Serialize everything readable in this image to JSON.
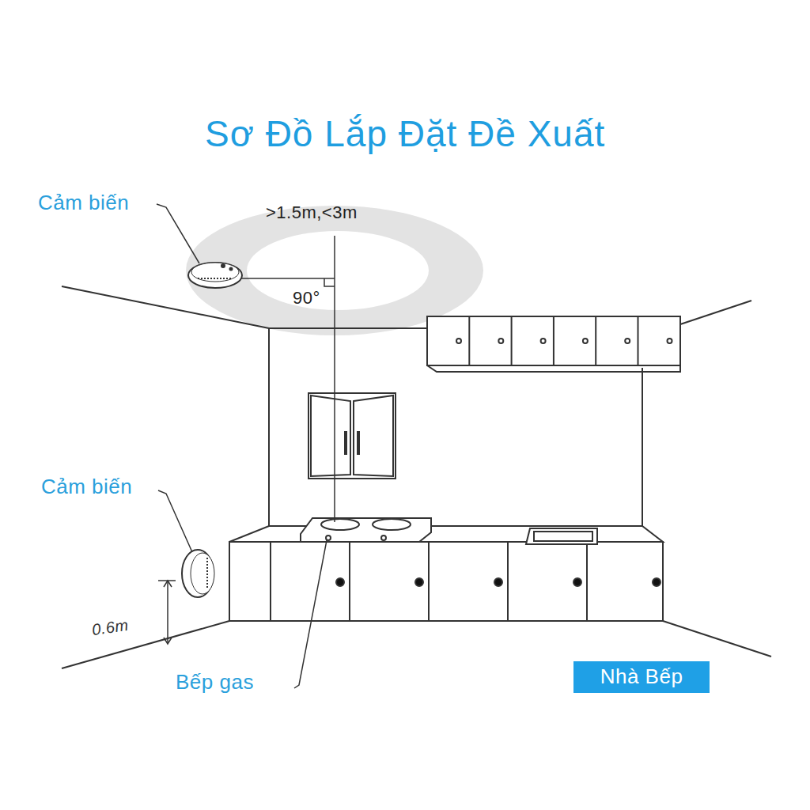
{
  "diagram": {
    "title": "Sơ Đồ Lắp Đặt Đề Xuất",
    "nodes": [
      {
        "text": [
          "Nhà Bếp"
        ]
      }
    ],
    "labels": [
      "Cảm biến",
      ">1.5m,<3m",
      "90°",
      "Cảm biến",
      "0.6m",
      "Bếp gas"
    ]
  }
}
